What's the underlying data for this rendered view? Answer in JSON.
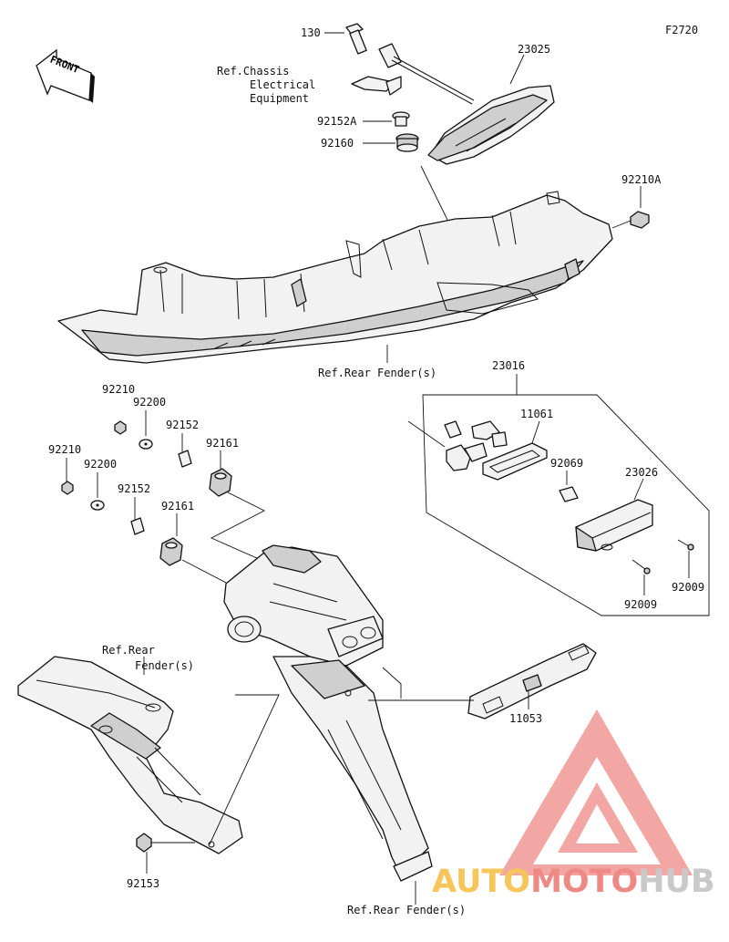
{
  "figure_code": "F2720",
  "front_label": "FRONT",
  "parts": [
    {
      "id": "p130",
      "label": "130"
    },
    {
      "id": "p23025",
      "label": "23025"
    },
    {
      "id": "p92152a",
      "label": "92152A"
    },
    {
      "id": "p92160",
      "label": "92160"
    },
    {
      "id": "p92210a",
      "label": "92210A"
    },
    {
      "id": "p23016",
      "label": "23016"
    },
    {
      "id": "p11061",
      "label": "11061"
    },
    {
      "id": "p92069",
      "label": "92069"
    },
    {
      "id": "p23026",
      "label": "23026"
    },
    {
      "id": "p92009a",
      "label": "92009"
    },
    {
      "id": "p92009b",
      "label": "92009"
    },
    {
      "id": "p92210u",
      "label": "92210"
    },
    {
      "id": "p92200u",
      "label": "92200"
    },
    {
      "id": "p92152u",
      "label": "92152"
    },
    {
      "id": "p92161u",
      "label": "92161"
    },
    {
      "id": "p92210l",
      "label": "92210"
    },
    {
      "id": "p92200l",
      "label": "92200"
    },
    {
      "id": "p92152l",
      "label": "92152"
    },
    {
      "id": "p92161l",
      "label": "92161"
    },
    {
      "id": "p11053",
      "label": "11053"
    },
    {
      "id": "p92153",
      "label": "92153"
    }
  ],
  "references": {
    "chassis": [
      "Ref.Chassis",
      "Electrical",
      "Equipment"
    ],
    "rear_fender_top": "Ref.Rear Fender(s)",
    "rear_fender_left": [
      "Ref.Rear",
      "Fender(s)"
    ],
    "rear_fender_bottom": "Ref.Rear Fender(s)"
  },
  "watermark": {
    "parts": [
      "AUTO",
      "MOTO",
      "HUB"
    ],
    "colors": [
      "#f6c65a",
      "#ee8a86",
      "#c9c9c9"
    ],
    "logo_color": "#ee8a86"
  }
}
